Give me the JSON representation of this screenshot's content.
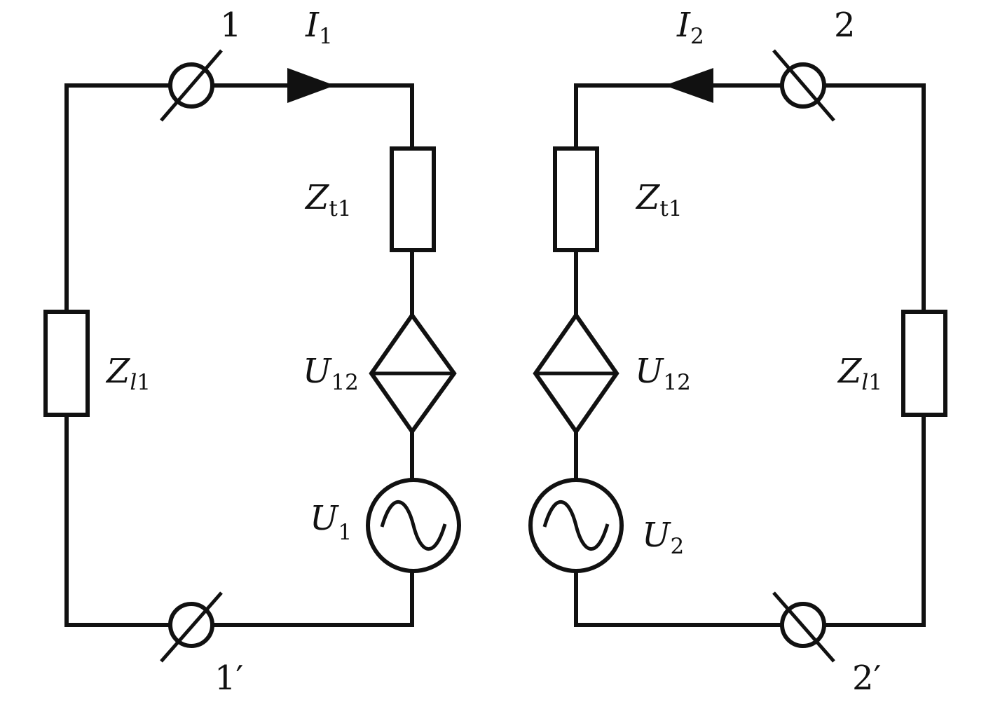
{
  "terminals": {
    "t1": "1",
    "t1p": "1′",
    "t2": "2",
    "t2p": "2′"
  },
  "currents": {
    "i1": {
      "main": "I",
      "sub": "1"
    },
    "i2": {
      "main": "I",
      "sub": "2"
    }
  },
  "left_loop": {
    "z_t": {
      "main": "Z",
      "sub": "t1"
    },
    "z_l": {
      "main": "Z",
      "sub_italic": "l",
      "sub": "1"
    },
    "u_coupled": {
      "main": "U",
      "sub": "12"
    },
    "u_source": {
      "main": "U",
      "sub": "1"
    }
  },
  "right_loop": {
    "z_t": {
      "main": "Z",
      "sub": "t1"
    },
    "z_l": {
      "main": "Z",
      "sub_italic": "l",
      "sub": "1"
    },
    "u_coupled": {
      "main": "U",
      "sub": "12"
    },
    "u_source": {
      "main": "U",
      "sub": "2"
    }
  },
  "colors": {
    "ink": "#111111",
    "background": "#ffffff"
  }
}
